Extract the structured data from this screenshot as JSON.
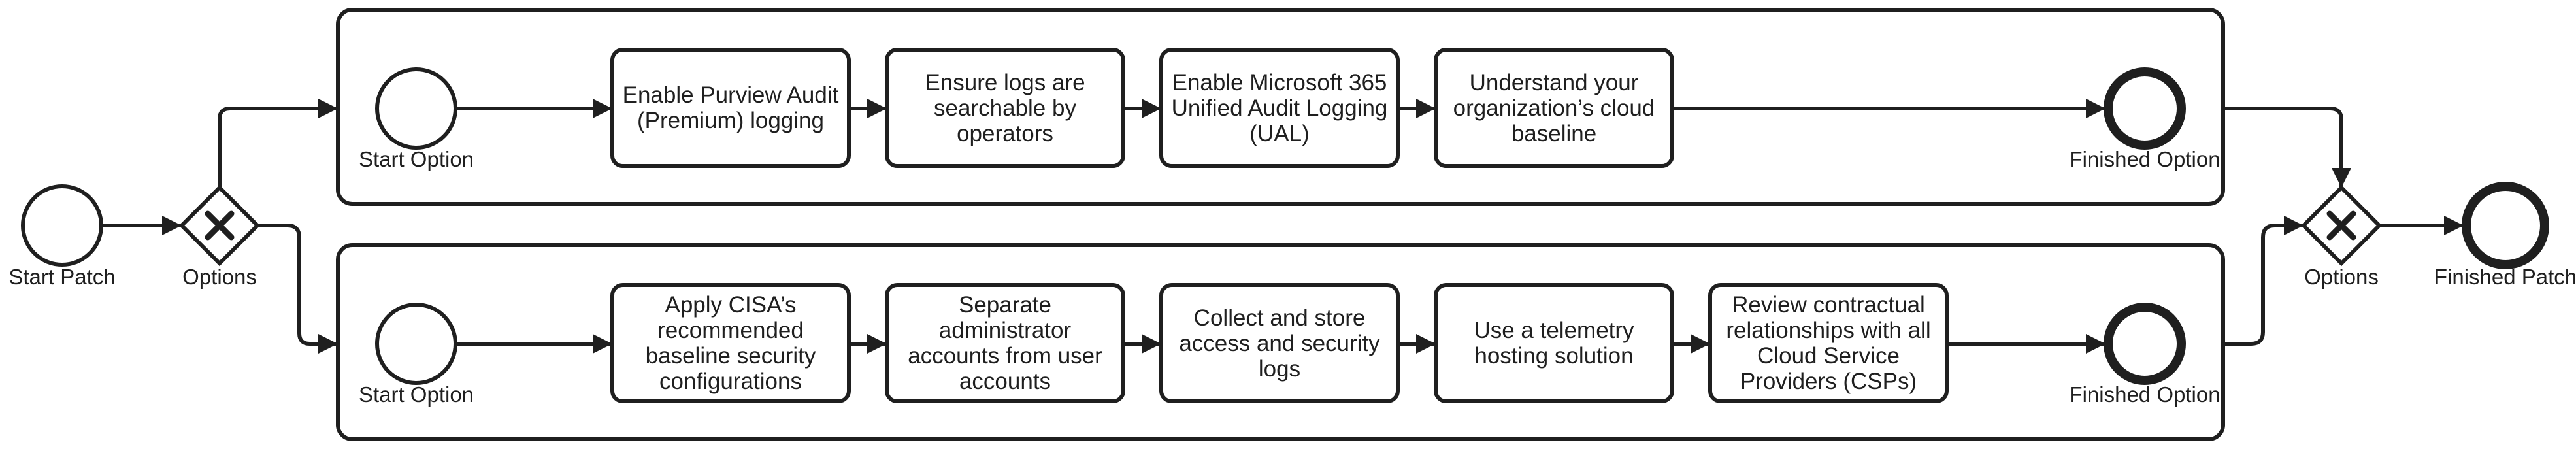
{
  "colors": {
    "stroke": "#1f1f1f",
    "fill": "#ffffff",
    "text": "#1f1f1f"
  },
  "events": {
    "start_patch": "Start Patch",
    "finished_patch": "Finished Patch",
    "start_option": "Start Option",
    "finished_option": "Finished Option"
  },
  "gateways": {
    "split_label": "Options",
    "join_label": "Options",
    "symbol": "X"
  },
  "lanes": [
    {
      "tasks": [
        "Enable Purview Audit (Premium) logging",
        "Ensure logs are searchable by operators",
        "Enable Microsoft 365 Unified Audit Logging (UAL)",
        "Understand your organization’s cloud baseline"
      ]
    },
    {
      "tasks": [
        "Apply CISA’s recommended baseline security configurations",
        "Separate administrator accounts from user accounts",
        "Collect and store access and security logs",
        "Use a telemetry hosting solution",
        "Review contractual relationships with all Cloud Service Providers (CSPs)"
      ]
    }
  ]
}
